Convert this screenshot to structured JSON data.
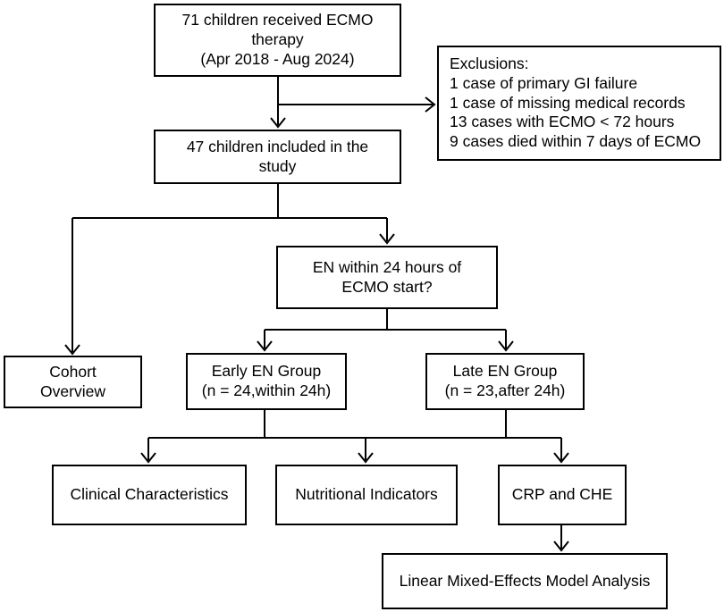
{
  "nodes": {
    "received": {
      "lines": [
        "71 children received ECMO",
        "therapy",
        "(Apr 2018 - Aug 2024)"
      ]
    },
    "exclusions": {
      "lines": [
        "Exclusions:",
        "1 case of primary GI failure",
        "1 case of missing medical records",
        "13 cases with ECMO < 72 hours",
        "9 cases died within 7 days of ECMO"
      ]
    },
    "included": {
      "lines": [
        "47 children included in the",
        "study"
      ]
    },
    "en_question": {
      "lines": [
        "EN within 24 hours of",
        "ECMO start?"
      ]
    },
    "cohort": {
      "lines": [
        "Cohort",
        "Overview"
      ]
    },
    "early_group": {
      "lines": [
        "Early EN Group",
        "(n = 24,within 24h)"
      ]
    },
    "late_group": {
      "lines": [
        "Late EN Group",
        "(n = 23,after 24h)"
      ]
    },
    "clinical": {
      "lines": [
        "Clinical Characteristics"
      ]
    },
    "nutritional": {
      "lines": [
        "Nutritional Indicators"
      ]
    },
    "crp_che": {
      "lines": [
        "CRP and CHE"
      ]
    },
    "lmm": {
      "lines": [
        "Linear Mixed-Effects Model Analysis"
      ]
    }
  }
}
